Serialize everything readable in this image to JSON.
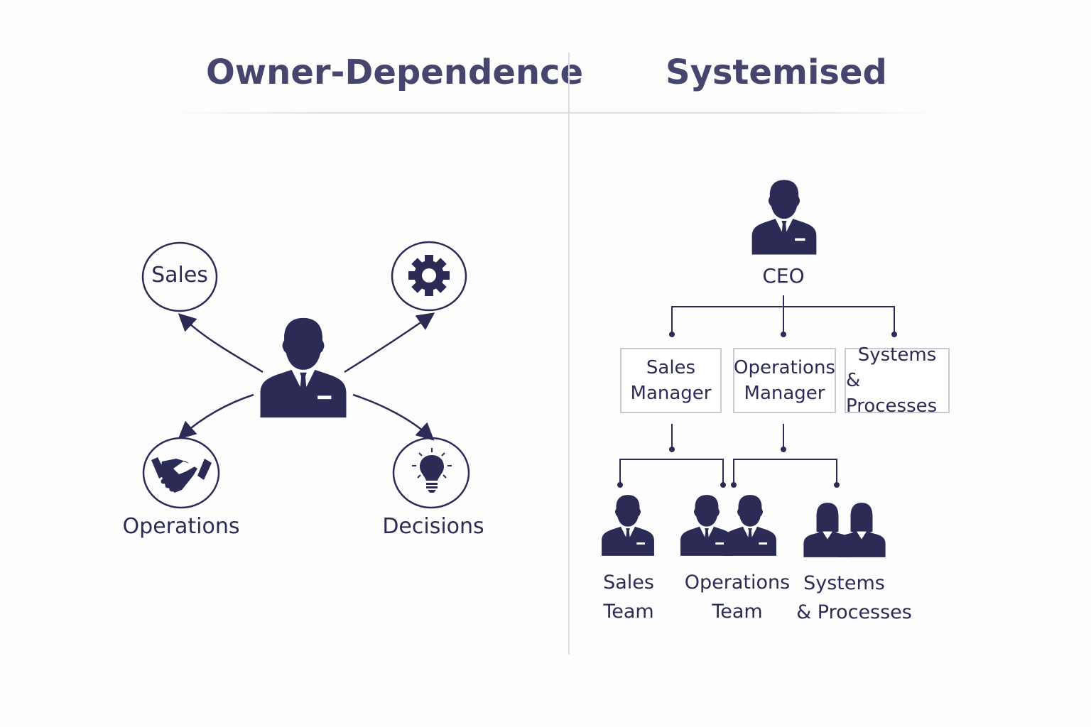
{
  "headers": {
    "left": "Owner-Dependence",
    "right": "Systemised"
  },
  "owner_dependence": {
    "center": "owner-person-icon",
    "nodes": [
      {
        "label": "Sales",
        "icon": "text-only"
      },
      {
        "label": "",
        "icon": "gear-icon"
      },
      {
        "label": "Operations",
        "icon": "handshake-icon"
      },
      {
        "label": "Decisions",
        "icon": "lightbulb-icon"
      }
    ]
  },
  "systemised": {
    "ceo": {
      "label": "CEO",
      "icon": "person-icon"
    },
    "managers": [
      {
        "line1": "Sales",
        "line2": "Manager"
      },
      {
        "line1": "Operations",
        "line2": "Manager"
      },
      {
        "line1": "Systems",
        "line2": "& Processes"
      }
    ],
    "teams": [
      {
        "line1": "Sales",
        "line2": "Team",
        "icon": "person-icon"
      },
      {
        "line1": "Operations",
        "line2": "Team",
        "icon": "two-people-icon"
      },
      {
        "line1": "Systems",
        "line2": "& Processes",
        "icon": "two-women-icon"
      }
    ]
  },
  "colors": {
    "primary": "#2b2b55",
    "title": "#45456e",
    "divider": "#dcdce2"
  }
}
